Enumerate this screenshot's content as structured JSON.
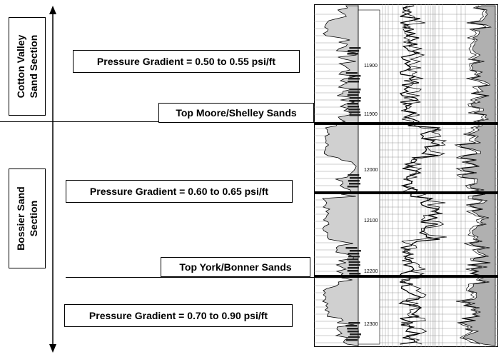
{
  "sections": [
    {
      "name_line1": "Cotton Valley",
      "name_line2": "Sand Section"
    },
    {
      "name_line1": "Bossier Sand",
      "name_line2": "Section"
    }
  ],
  "pressure_gradients": [
    "Pressure Gradient = 0.50 to 0.55 psi/ft",
    "Pressure Gradient = 0.60 to 0.65 psi/ft",
    "Pressure Gradient = 0.70 to 0.90 psi/ft"
  ],
  "tops": [
    "Top Moore/Shelley Sands",
    "Top York/Bonner Sands"
  ],
  "depth_marks": [
    "11900",
    "11900",
    "12000",
    "12100",
    "12200",
    "12300"
  ],
  "colors": {
    "fill": "#c8c8c8",
    "line": "#000000",
    "grid": "#999999"
  }
}
